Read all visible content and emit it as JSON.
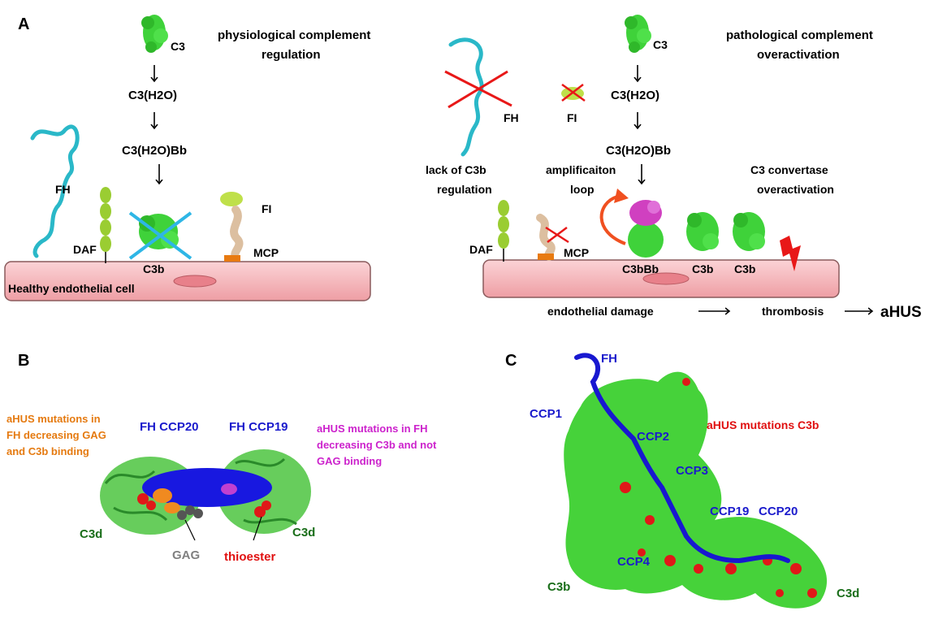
{
  "panel_a": {
    "letter": "A",
    "left": {
      "c3": "C3",
      "c3h2o": "C3(H2O)",
      "c3h2obb": "C3(H2O)Bb",
      "title_line1": "physiological complement",
      "title_line2": "regulation",
      "fh": "FH",
      "fi": "FI",
      "daf": "DAF",
      "c3b": "C3b",
      "mcp": "MCP",
      "cell_label": "Healthy endothelial cell"
    },
    "right": {
      "c3": "C3",
      "c3h2o": "C3(H2O)",
      "c3h2obb": "C3(H2O)Bb",
      "title_line1": "pathological complement",
      "title_line2": "overactivation",
      "fh": "FH",
      "fi": "FI",
      "lack_line1": "lack of C3b",
      "lack_line2": "regulation",
      "amp_line1": "amplificaiton",
      "amp_line2": "loop",
      "conv_line1": "C3 convertase",
      "conv_line2": "overactivation",
      "daf": "DAF",
      "mcp": "MCP",
      "c3bbb": "C3bBb",
      "c3b_1": "C3b",
      "c3b_2": "C3b",
      "damage": "endothelial damage",
      "thrombosis": "thrombosis",
      "ahus": "aHUS"
    }
  },
  "panel_b": {
    "letter": "B",
    "orange_line1": "aHUS mutations in",
    "orange_line2": "FH decreasing GAG",
    "orange_line3": "and C3b binding",
    "fh_ccp20": "FH CCP20",
    "fh_ccp19": "FH CCP19",
    "magenta_line1": "aHUS mutations in FH",
    "magenta_line2": "decreasing C3b and not",
    "magenta_line3": "GAG binding",
    "c3d_left": "C3d",
    "c3d_right": "C3d",
    "gag": "GAG",
    "thioester": "thioester"
  },
  "panel_c": {
    "letter": "C",
    "fh": "FH",
    "ccp1": "CCP1",
    "ccp2": "CCP2",
    "ccp3": "CCP3",
    "ccp19": "CCP19",
    "ccp20": "CCP20",
    "ccp4": "CCP4",
    "mutations": "aHUS mutations C3b",
    "c3b": "C3b",
    "c3d": "C3d"
  },
  "colors": {
    "protein_green": "#3fd23a",
    "fh_cyan": "#2ab8c8",
    "fi_yellow": "#bfe04a",
    "mcp_tan": "#dcbfa0",
    "cell_pink": "#f4b8bc",
    "label_blue": "#1a1acc",
    "label_red": "#e01010",
    "label_orange": "#e57a10",
    "label_magenta": "#cc22cc",
    "label_darkgreen": "#1a6e1a",
    "cross_blue": "#2eb6e6",
    "cross_red": "#e81818"
  }
}
